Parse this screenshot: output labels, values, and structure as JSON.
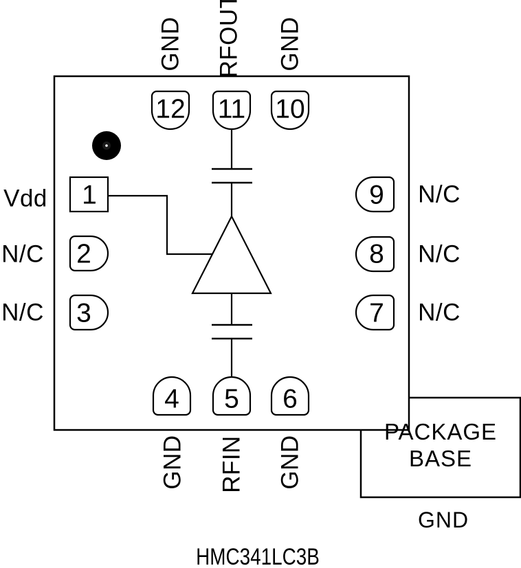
{
  "part_number": "HMC341LC3B",
  "colors": {
    "line": "#000000",
    "background": "#ffffff"
  },
  "pins": [
    {
      "num": "1",
      "label": "Vdd"
    },
    {
      "num": "2",
      "label": "N/C"
    },
    {
      "num": "3",
      "label": "N/C"
    },
    {
      "num": "4",
      "label": "GND"
    },
    {
      "num": "5",
      "label": "RFIN"
    },
    {
      "num": "6",
      "label": "GND"
    },
    {
      "num": "7",
      "label": "N/C"
    },
    {
      "num": "8",
      "label": "N/C"
    },
    {
      "num": "9",
      "label": "N/C"
    },
    {
      "num": "10",
      "label": "GND"
    },
    {
      "num": "11",
      "label": "RFOUT"
    },
    {
      "num": "12",
      "label": "GND"
    }
  ],
  "package_base": {
    "line1": "PACKAGE",
    "line2": "BASE",
    "gnd": "GND"
  }
}
